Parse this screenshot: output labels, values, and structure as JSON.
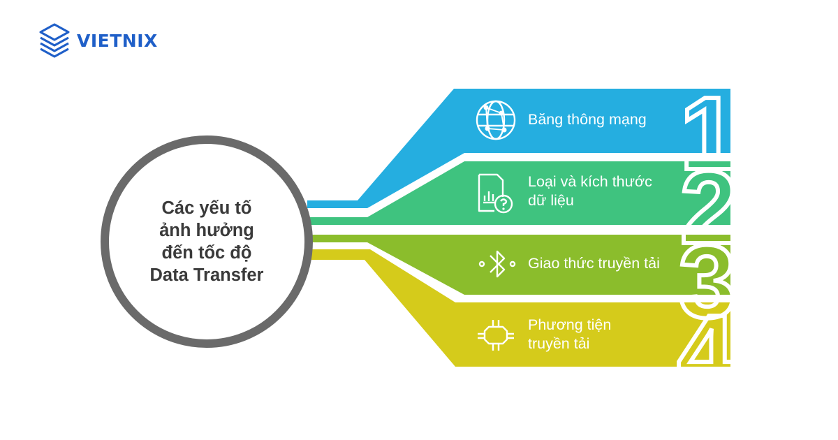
{
  "brand": {
    "name": "VIETNIX",
    "icon": "stacked-layers-logo",
    "color": "#1f5fc8"
  },
  "center": {
    "lines": [
      "Các yếu tố",
      "ảnh hưởng",
      "đến tốc độ",
      "Data Transfer"
    ],
    "border_color": "#6a6a6a"
  },
  "items": [
    {
      "number": "1",
      "lines": [
        "Băng thông mạng"
      ],
      "icon": "globe-network-icon",
      "color": "#25aee0"
    },
    {
      "number": "2",
      "lines": [
        "Loại và kích thước",
        "dữ liệu"
      ],
      "icon": "file-chart-question-icon",
      "color": "#3fc37f"
    },
    {
      "number": "3",
      "lines": [
        "Giao thức truyền tải"
      ],
      "icon": "bluetooth-icon",
      "color": "#8bbd2c"
    },
    {
      "number": "4",
      "lines": [
        "Phương tiện",
        "truyền tải"
      ],
      "icon": "circuit-connector-icon",
      "color": "#d5cb1b"
    }
  ]
}
